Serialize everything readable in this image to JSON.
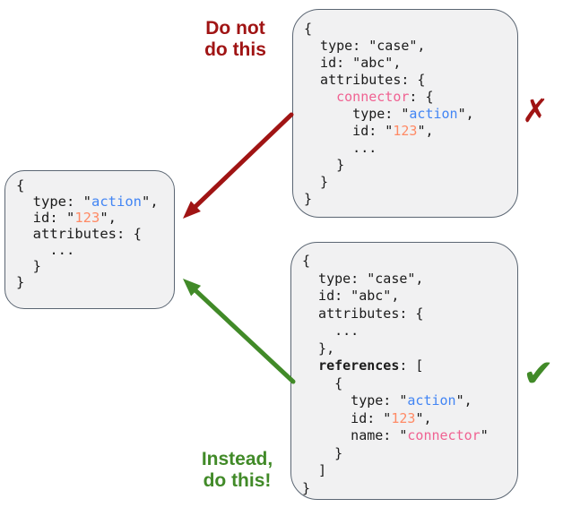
{
  "colors": {
    "dark_red": "#a01414",
    "green": "#418a28",
    "string_blue": "#4285f4",
    "string_orange": "#ff8a65",
    "string_pink": "#f06292",
    "box_background": "#f1f1f2",
    "box_border": "#5b6673",
    "code_text": "#1b1b1b"
  },
  "annotations": {
    "do_not": {
      "line1": "Do not",
      "line2": "do this"
    },
    "instead": {
      "line1": "Instead,",
      "line2": "do this!"
    },
    "cross_mark": "✗",
    "check_mark": "✔"
  },
  "code_boxes": {
    "left": {
      "lines": [
        [
          {
            "t": "{"
          }
        ],
        [
          {
            "t": "  type: \""
          },
          {
            "t": "action",
            "c": "blue"
          },
          {
            "t": "\","
          }
        ],
        [
          {
            "t": "  id: \""
          },
          {
            "t": "123",
            "c": "orange"
          },
          {
            "t": "\","
          }
        ],
        [
          {
            "t": "  attributes: {"
          }
        ],
        [
          {
            "t": "    ..."
          }
        ],
        [
          {
            "t": "  }"
          }
        ],
        [
          {
            "t": "}"
          }
        ]
      ]
    },
    "top_right": {
      "lines": [
        [
          {
            "t": "{"
          }
        ],
        [
          {
            "t": "  type: \"case\","
          }
        ],
        [
          {
            "t": "  id: \"abc\","
          }
        ],
        [
          {
            "t": "  attributes: {"
          }
        ],
        [
          {
            "t": "    "
          },
          {
            "t": "connector",
            "c": "pink"
          },
          {
            "t": ": {"
          }
        ],
        [
          {
            "t": "      type: \""
          },
          {
            "t": "action",
            "c": "blue"
          },
          {
            "t": "\","
          }
        ],
        [
          {
            "t": "      id: \""
          },
          {
            "t": "123",
            "c": "orange"
          },
          {
            "t": "\","
          }
        ],
        [
          {
            "t": "      ..."
          }
        ],
        [
          {
            "t": "    }"
          }
        ],
        [
          {
            "t": "  }"
          }
        ],
        [
          {
            "t": "}"
          }
        ]
      ]
    },
    "bottom_right": {
      "lines": [
        [
          {
            "t": "{"
          }
        ],
        [
          {
            "t": "  type: \"case\","
          }
        ],
        [
          {
            "t": "  id: \"abc\","
          }
        ],
        [
          {
            "t": "  attributes: {"
          }
        ],
        [
          {
            "t": "    ..."
          }
        ],
        [
          {
            "t": "  },"
          }
        ],
        [
          {
            "t": "  "
          },
          {
            "t": "references",
            "c": "bold"
          },
          {
            "t": ": ["
          }
        ],
        [
          {
            "t": "    {"
          }
        ],
        [
          {
            "t": "      type: \""
          },
          {
            "t": "action",
            "c": "blue"
          },
          {
            "t": "\","
          }
        ],
        [
          {
            "t": "      id: \""
          },
          {
            "t": "123",
            "c": "orange"
          },
          {
            "t": "\","
          }
        ],
        [
          {
            "t": "      name: \""
          },
          {
            "t": "connector",
            "c": "pink"
          },
          {
            "t": "\""
          }
        ],
        [
          {
            "t": "    }"
          }
        ],
        [
          {
            "t": "  ]"
          }
        ],
        [
          {
            "t": "}"
          }
        ]
      ]
    }
  }
}
